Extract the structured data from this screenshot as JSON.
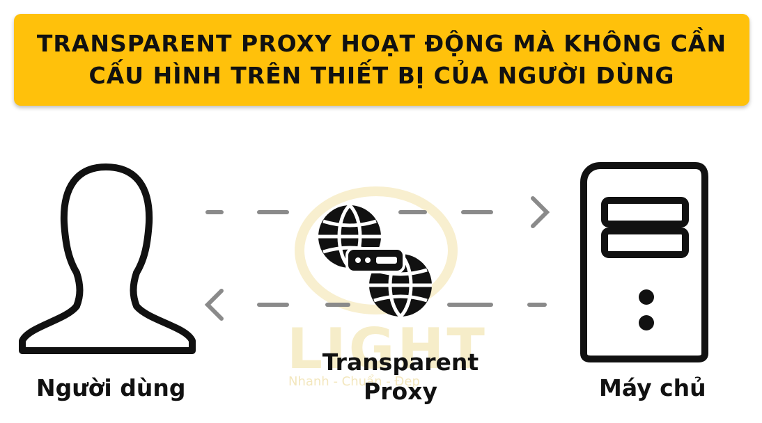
{
  "banner": {
    "line1": "TRANSPARENT PROXY HOẠT ĐỘNG MÀ KHÔNG CẦN",
    "line2": "CẤU HÌNH TRÊN THIẾT BỊ CỦA NGƯỜI DÙNG",
    "background": "#FFC10B"
  },
  "nodes": {
    "user": {
      "label": "Người dùng",
      "icon": "user-silhouette-icon"
    },
    "proxy": {
      "label_line1": "Transparent",
      "label_line2": "Proxy",
      "icon": "globe-server-icon"
    },
    "server": {
      "label": "Máy chủ",
      "icon": "server-tower-icon"
    }
  },
  "watermark": {
    "text": "LIGHT",
    "tagline": "Nhanh - Chuẩn - Đẹp"
  },
  "colors": {
    "ink": "#111111",
    "arrow": "#8a8a8a",
    "watermark": "#f6edc9"
  }
}
